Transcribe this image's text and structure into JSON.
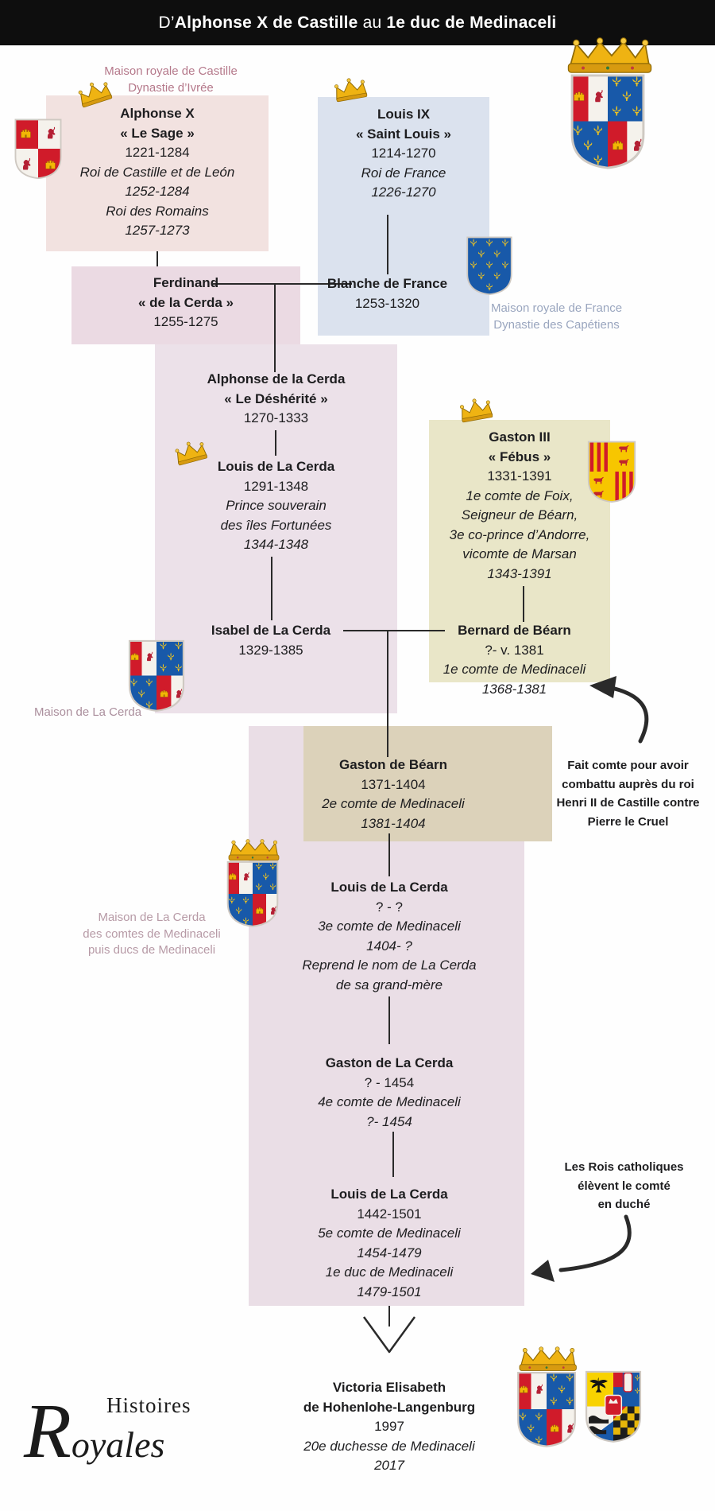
{
  "title": {
    "part1": "D’",
    "part2": "Alphonse X de Castille",
    "part3": " au ",
    "part4": "1e duc de Medinaceli"
  },
  "labels": {
    "castille": [
      {
        "t": "Maison royale de Castille"
      },
      {
        "t": "Dynastie d’Ivrée"
      }
    ],
    "france": [
      {
        "t": "Maison royale de France"
      },
      {
        "t": "Dynastie des Capétiens"
      }
    ],
    "la_cerda": [
      {
        "t": "Maison de La Cerda"
      }
    ],
    "medinaceli": [
      {
        "t": "Maison de La Cerda"
      },
      {
        "t": "des comtes de Medinaceli"
      },
      {
        "t": "puis ducs de Medinaceli"
      }
    ]
  },
  "people": {
    "alphonse_x": [
      {
        "t": "Alphonse X",
        "s": "b"
      },
      {
        "t": "« Le Sage »",
        "s": "b"
      },
      {
        "t": "1221-1284",
        "s": "r"
      },
      {
        "t": "Roi de Castille et de León",
        "s": "i"
      },
      {
        "t": "1252-1284",
        "s": "i"
      },
      {
        "t": "Roi des Romains",
        "s": "i"
      },
      {
        "t": "1257-1273",
        "s": "i"
      }
    ],
    "louis_ix": [
      {
        "t": "Louis IX",
        "s": "b"
      },
      {
        "t": "« Saint Louis »",
        "s": "b"
      },
      {
        "t": "1214-1270",
        "s": "r"
      },
      {
        "t": "Roi de France",
        "s": "i"
      },
      {
        "t": "1226-1270",
        "s": "i"
      }
    ],
    "blanche": [
      {
        "t": "Blanche de France",
        "s": "b"
      },
      {
        "t": "1253-1320",
        "s": "r"
      }
    ],
    "ferdinand": [
      {
        "t": "Ferdinand",
        "s": "b"
      },
      {
        "t": "« de la Cerda »",
        "s": "b"
      },
      {
        "t": "1255-1275",
        "s": "r"
      }
    ],
    "alphonse_cerda": [
      {
        "t": "Alphonse de la Cerda",
        "s": "b"
      },
      {
        "t": "« Le Déshérité »",
        "s": "b"
      },
      {
        "t": "1270-1333",
        "s": "r"
      }
    ],
    "louis_cerda_1": [
      {
        "t": "Louis de La Cerda",
        "s": "b"
      },
      {
        "t": "1291-1348",
        "s": "r"
      },
      {
        "t": "Prince souverain",
        "s": "i"
      },
      {
        "t": "des îles Fortunées",
        "s": "i"
      },
      {
        "t": "1344-1348",
        "s": "i"
      }
    ],
    "gaston_3": [
      {
        "t": "Gaston III",
        "s": "b"
      },
      {
        "t": "« Fébus »",
        "s": "b"
      },
      {
        "t": "1331-1391",
        "s": "r"
      },
      {
        "t": "1e comte de Foix,",
        "s": "i"
      },
      {
        "t": "Seigneur de Béarn,",
        "s": "i"
      },
      {
        "t": "3e co-prince d’Andorre,",
        "s": "i"
      },
      {
        "t": "vicomte de Marsan",
        "s": "i"
      },
      {
        "t": "1343-1391",
        "s": "i"
      }
    ],
    "isabel": [
      {
        "t": "Isabel de La Cerda",
        "s": "b"
      },
      {
        "t": "1329-1385",
        "s": "r"
      }
    ],
    "bernard": [
      {
        "t": "Bernard de Béarn",
        "s": "b"
      },
      {
        "t": "?- v. 1381",
        "s": "r"
      },
      {
        "t": "1e comte de Medinaceli",
        "s": "i"
      },
      {
        "t": "1368-1381",
        "s": "i"
      }
    ],
    "gaston_bearn": [
      {
        "t": "Gaston de Béarn",
        "s": "b"
      },
      {
        "t": "1371-1404",
        "s": "r"
      },
      {
        "t": "2e comte de Medinaceli",
        "s": "i"
      },
      {
        "t": "1381-1404",
        "s": "i"
      }
    ],
    "louis_cerda_3": [
      {
        "t": "Louis de La Cerda",
        "s": "b"
      },
      {
        "t": "? - ?",
        "s": "r"
      },
      {
        "t": "3e comte de Medinaceli",
        "s": "i"
      },
      {
        "t": "1404- ?",
        "s": "i"
      },
      {
        "t": "Reprend le nom de La Cerda",
        "s": "i"
      },
      {
        "t": "de sa grand-mère",
        "s": "i"
      }
    ],
    "gaston_cerda_4": [
      {
        "t": "Gaston de La Cerda",
        "s": "b"
      },
      {
        "t": "? - 1454",
        "s": "r"
      },
      {
        "t": "4e comte de Medinaceli",
        "s": "i"
      },
      {
        "t": "?- 1454",
        "s": "i"
      }
    ],
    "louis_cerda_5": [
      {
        "t": "Louis de La Cerda",
        "s": "b"
      },
      {
        "t": "1442-1501",
        "s": "r"
      },
      {
        "t": "5e comte de Medinaceli",
        "s": "i"
      },
      {
        "t": "1454-1479",
        "s": "i"
      },
      {
        "t": "1e duc de Medinaceli",
        "s": "i"
      },
      {
        "t": "1479-1501",
        "s": "i"
      }
    ],
    "victoria": [
      {
        "t": "Victoria Elisabeth",
        "s": "b"
      },
      {
        "t": "de Hohenlohe-Langenburg",
        "s": "b"
      },
      {
        "t": "1997",
        "s": "r"
      },
      {
        "t": "20e duchesse de Medinaceli",
        "s": "i"
      },
      {
        "t": "2017",
        "s": "i"
      }
    ]
  },
  "annotations": {
    "comte": [
      {
        "t": "Fait comte pour avoir"
      },
      {
        "t": "combattu auprès du roi"
      },
      {
        "t": "Henri II de Castille contre"
      },
      {
        "t": "Pierre le Cruel"
      }
    ],
    "duche": [
      {
        "t": "Les Rois catholiques"
      },
      {
        "t": "élèvent le comté"
      },
      {
        "t": "en duché"
      }
    ]
  },
  "logo": {
    "histoires": "Histoires",
    "royales": "Royales"
  },
  "icons": [
    "crown-icon",
    "shield-castile-leon-icon",
    "shield-france-icon",
    "shield-foix-bearn-icon",
    "shield-la-cerda-icon",
    "shield-la-cerda-crowned-icon",
    "shield-medinaceli-crowned-icon",
    "shield-hohenlohe-icon",
    "down-arrow-icon",
    "curved-arrow-icon"
  ],
  "colors": {
    "title_bg": "#0e0e0e",
    "box_castille": "#f2e2e0",
    "box_france": "#dbe2ee",
    "box_mauve": "#ece1e9",
    "box_foix": "#e9e6c8",
    "box_tan": "#dcd2ba",
    "label_rose": "#b5798b",
    "label_blue": "#9aa6bf",
    "label_mauve": "#ab8f9d",
    "line": "#2a2a2a",
    "gold": "#efb312",
    "castile_red": "#d01b2a",
    "france_blue": "#1859a9"
  }
}
